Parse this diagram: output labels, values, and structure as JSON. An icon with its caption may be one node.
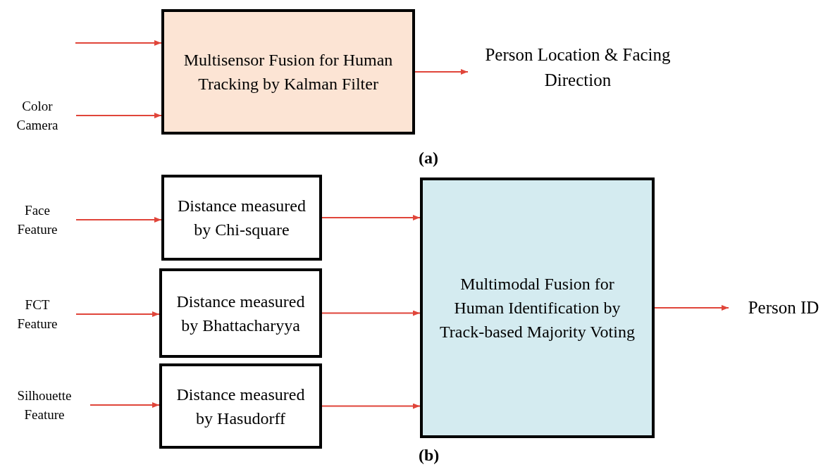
{
  "diagram": {
    "nodes": [
      {
        "text": [
          "Color Camera"
        ]
      },
      {
        "text": [
          "Multisensor Fusion for Human Tracking by Kalman Filter"
        ]
      },
      {
        "text": [
          "Person Location & Facing Direction"
        ]
      },
      {
        "text": [
          "Face Feature"
        ]
      },
      {
        "text": [
          "FCT Feature"
        ]
      },
      {
        "text": [
          "Silhouette Feature"
        ]
      },
      {
        "text": [
          "Distance measured by Chi-square"
        ]
      },
      {
        "text": [
          "Distance measured by Bhattacharyya"
        ]
      },
      {
        "text": [
          "Distance measured by Hasudorff"
        ]
      },
      {
        "text": [
          "Multimodal Fusion for Human Identification by Track-based Majority Voting"
        ]
      },
      {
        "text": [
          "Person ID"
        ]
      }
    ],
    "edges": [
      {
        "from": null,
        "to": 1,
        "arrow": "to"
      },
      {
        "from": 0,
        "to": 1,
        "arrow": "to"
      },
      {
        "from": 1,
        "to": 2,
        "arrow": "to"
      },
      {
        "from": 3,
        "to": 6,
        "arrow": "to"
      },
      {
        "from": 4,
        "to": 7,
        "arrow": "to"
      },
      {
        "from": 5,
        "to": 8,
        "arrow": "to"
      },
      {
        "from": 6,
        "to": 9,
        "arrow": "to"
      },
      {
        "from": 7,
        "to": 9,
        "arrow": "to"
      },
      {
        "from": 8,
        "to": 9,
        "arrow": "to"
      },
      {
        "from": 9,
        "to": 10,
        "arrow": "to"
      }
    ],
    "labels": [
      "(a)",
      "(b)"
    ]
  }
}
